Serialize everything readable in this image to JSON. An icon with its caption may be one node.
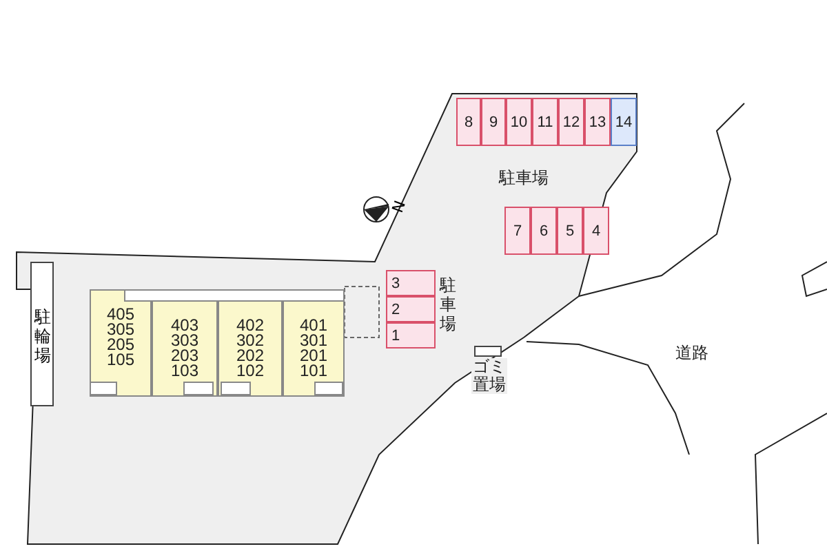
{
  "diagram": {
    "nodes": [
      {
        "text": [
          "8"
        ]
      },
      {
        "text": [
          "9"
        ]
      },
      {
        "text": [
          "10"
        ]
      },
      {
        "text": [
          "11"
        ]
      },
      {
        "text": [
          "12"
        ]
      },
      {
        "text": [
          "13"
        ]
      },
      {
        "text": [
          "14"
        ]
      },
      {
        "text": [
          "7"
        ]
      },
      {
        "text": [
          "6"
        ]
      },
      {
        "text": [
          "5"
        ]
      },
      {
        "text": [
          "4"
        ]
      },
      {
        "text": [
          "駐輪場"
        ]
      },
      {
        "text": [
          "405 305 205 105"
        ]
      },
      {
        "text": [
          "403 303 203 103"
        ]
      },
      {
        "text": [
          "402 302 202 102"
        ]
      },
      {
        "text": [
          "401 301 201 101"
        ]
      },
      {
        "text": [
          "3"
        ]
      },
      {
        "text": [
          "2"
        ]
      },
      {
        "text": [
          "1"
        ]
      },
      {
        "text": [
          "ゴミ置場"
        ]
      }
    ],
    "edges": [],
    "labels": [
      "N",
      "駐車場",
      "駐車場",
      "道路"
    ]
  }
}
